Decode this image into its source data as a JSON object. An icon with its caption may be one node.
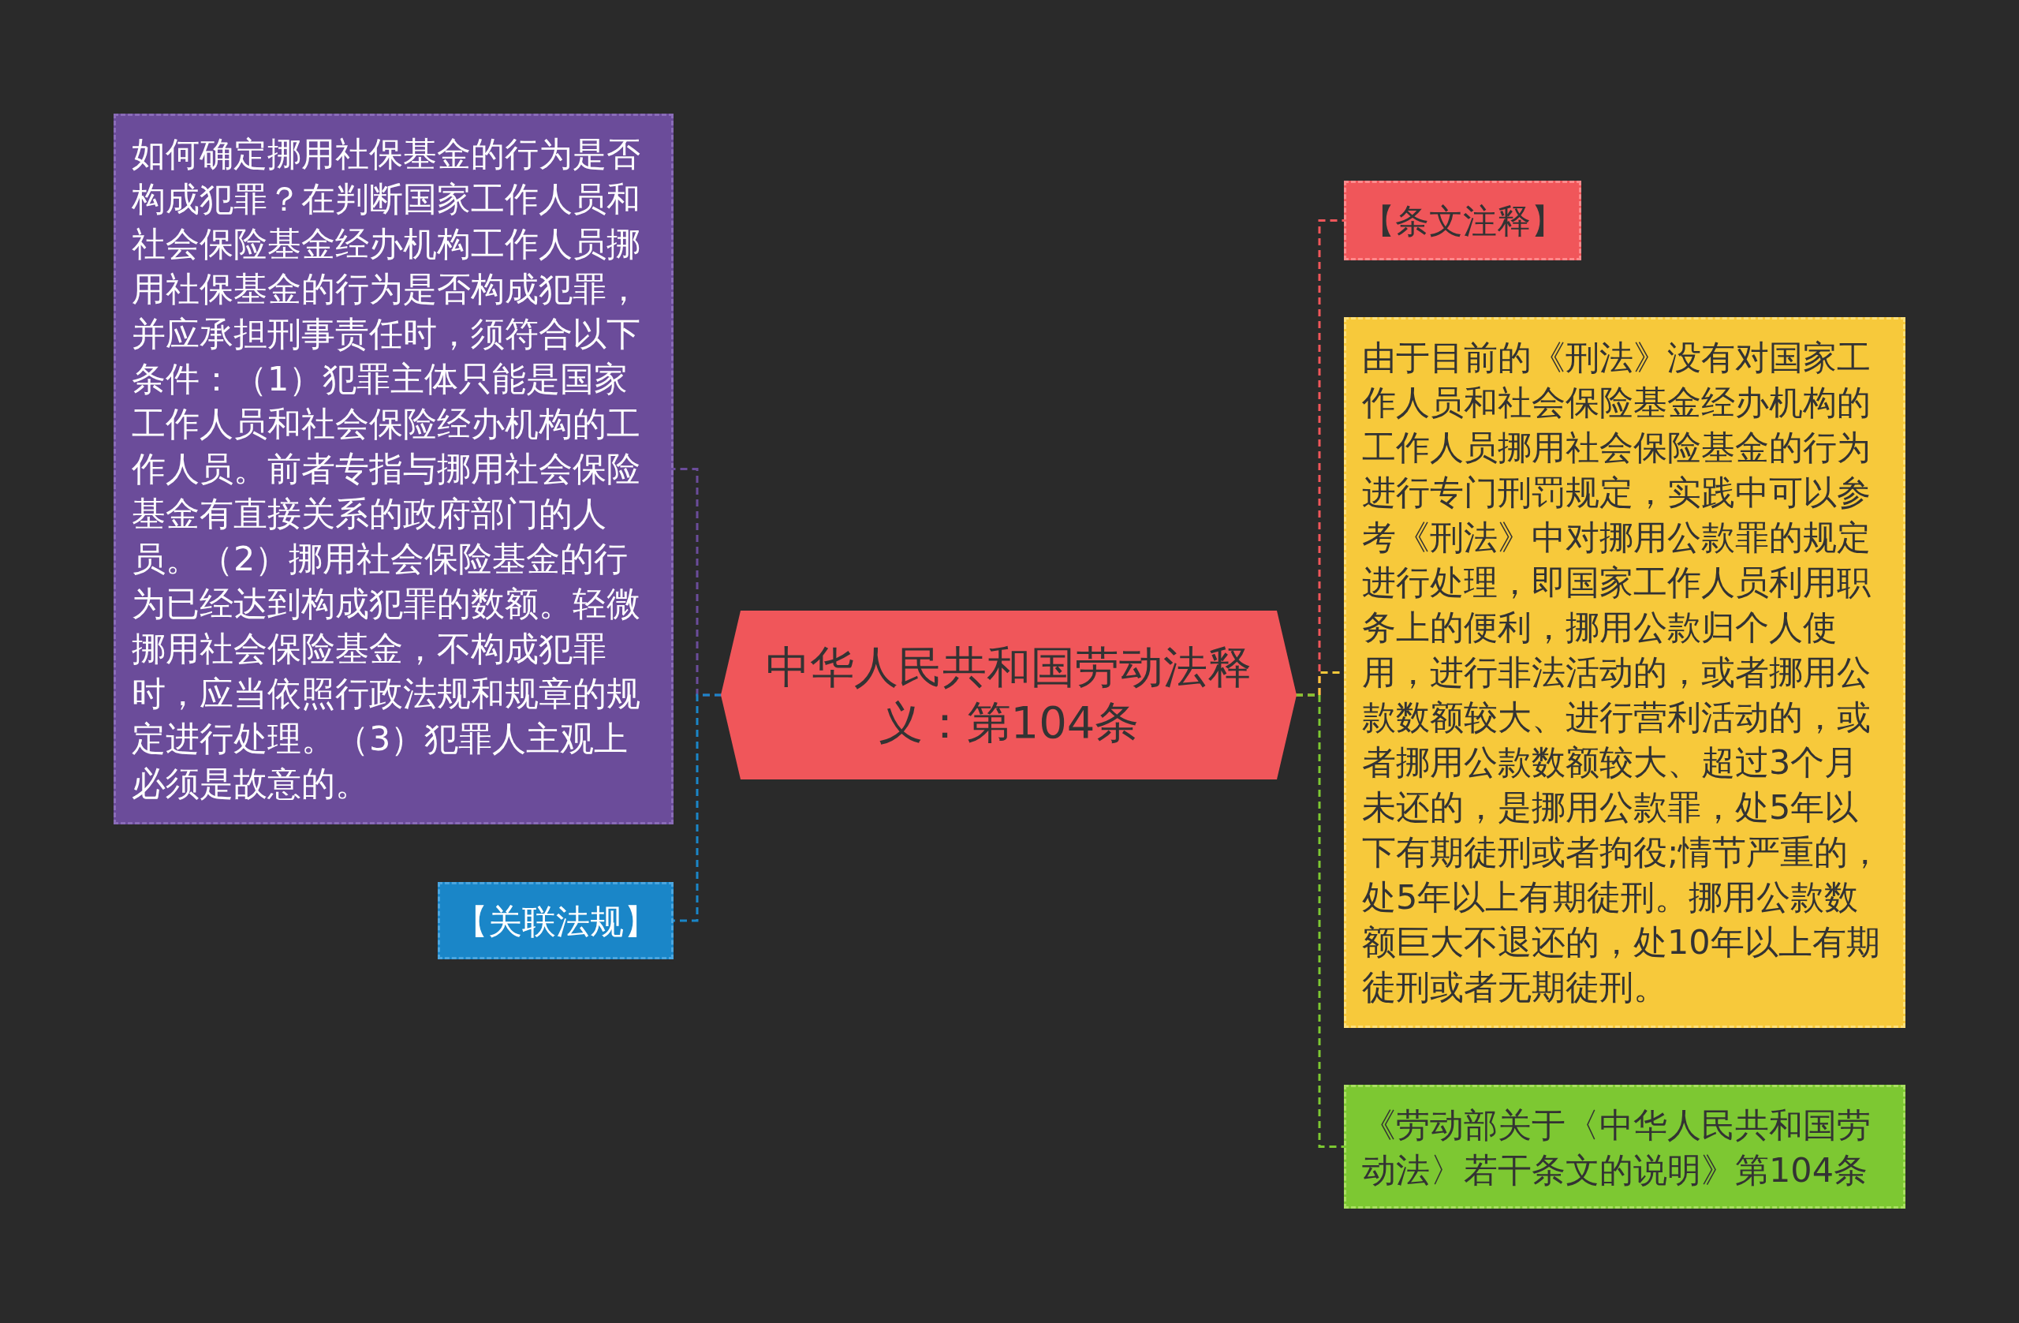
{
  "diagram": {
    "nodes": [
      {
        "text": [
          "中华人民共和国劳动法释义：第104条"
        ]
      },
      {
        "text": [
          "如何确定挪用社保基金的行为是否构成犯罪？在判断国家工作人员和社会保险基金经办机构工作人员挪用社保基金的行为是否构成犯罪，并应承担刑事责任时，须符合以下条件：（1）犯罪主体只能是国家工作人员和社会保险经办机构的工作人员。前者专指与挪用社会保险基金有直接关系的政府部门的人员。（2）挪用社会保险基金的行为已经达到构成犯罪的数额。轻微挪用社会保险基金，不构成犯罪时，应当依照行政法规和规章的规定进行处理。（3）犯罪人主观上必须是故意的。"
        ]
      },
      {
        "text": [
          "【关联法规】"
        ]
      },
      {
        "text": [
          "【条文注释】"
        ]
      },
      {
        "text": [
          "由于目前的《刑法》没有对国家工作人员和社会保险基金经办机构的工作人员挪用社会保险基金的行为进行专门刑罚规定，实践中可以参考《刑法》中对挪用公款罪的规定进行处理，即国家工作人员利用职务上的便利，挪用公款归个人使用，进行非法活动的，或者挪用公款数额较大、进行营利活动的，或者挪用公款数额较大、超过3个月未还的，是挪用公款罪，处5年以下有期徒刑或者拘役;情节严重的，处5年以上有期徒刑。挪用公款数额巨大不退还的，处10年以上有期徒刑或者无期徒刑。"
        ]
      },
      {
        "text": [
          "《劳动部关于〈中华人民共和国劳动法〉若干条文的说明》第104条"
        ]
      }
    ],
    "edges": [
      {
        "from": 0,
        "to": 1,
        "arrow": "none",
        "style": "dashed",
        "color": "#6b4c9a"
      },
      {
        "from": 0,
        "to": 2,
        "arrow": "none",
        "style": "dashed",
        "color": "#1a86c8"
      },
      {
        "from": 0,
        "to": 3,
        "arrow": "none",
        "style": "dashed",
        "color": "#f0565a"
      },
      {
        "from": 0,
        "to": 4,
        "arrow": "none",
        "style": "dashed",
        "color": "#f7c93b"
      },
      {
        "from": 0,
        "to": 5,
        "arrow": "none",
        "style": "dashed",
        "color": "#7dc832"
      }
    ]
  }
}
